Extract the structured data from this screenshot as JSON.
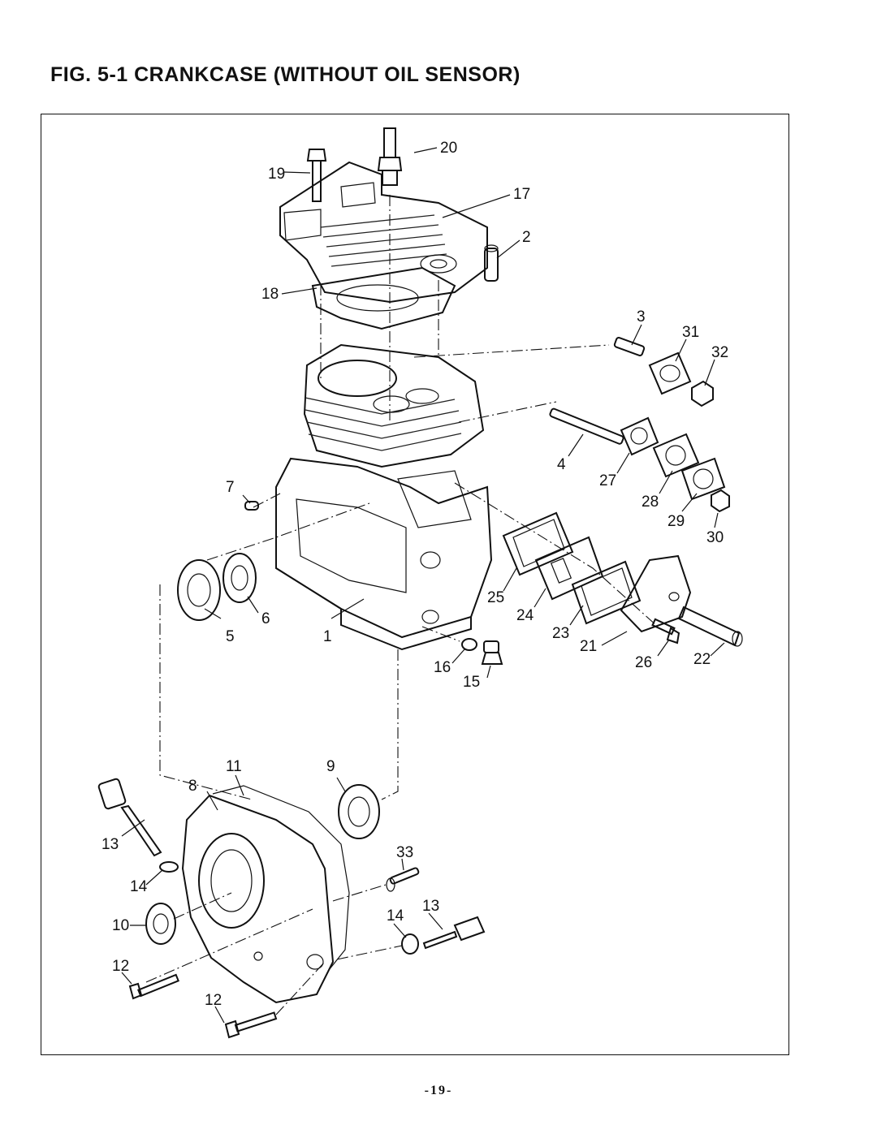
{
  "page": {
    "title": "FIG. 5-1 CRANKCASE (WITHOUT OIL SENSOR)",
    "page_number": "-19-"
  },
  "callouts": [
    {
      "id": "20",
      "label": "20"
    },
    {
      "id": "19",
      "label": "19"
    },
    {
      "id": "17",
      "label": "17"
    },
    {
      "id": "2",
      "label": "2"
    },
    {
      "id": "18",
      "label": "18"
    },
    {
      "id": "3",
      "label": "3"
    },
    {
      "id": "31",
      "label": "31"
    },
    {
      "id": "32",
      "label": "32"
    },
    {
      "id": "4",
      "label": "4"
    },
    {
      "id": "27",
      "label": "27"
    },
    {
      "id": "28",
      "label": "28"
    },
    {
      "id": "29",
      "label": "29"
    },
    {
      "id": "30",
      "label": "30"
    },
    {
      "id": "7",
      "label": "7"
    },
    {
      "id": "25",
      "label": "25"
    },
    {
      "id": "24",
      "label": "24"
    },
    {
      "id": "23",
      "label": "23"
    },
    {
      "id": "21",
      "label": "21"
    },
    {
      "id": "22",
      "label": "22"
    },
    {
      "id": "26",
      "label": "26"
    },
    {
      "id": "5",
      "label": "5"
    },
    {
      "id": "6",
      "label": "6"
    },
    {
      "id": "1",
      "label": "1"
    },
    {
      "id": "16",
      "label": "16"
    },
    {
      "id": "15",
      "label": "15"
    },
    {
      "id": "11",
      "label": "11"
    },
    {
      "id": "9",
      "label": "9"
    },
    {
      "id": "8",
      "label": "8"
    },
    {
      "id": "13a",
      "label": "13"
    },
    {
      "id": "33",
      "label": "33"
    },
    {
      "id": "14a",
      "label": "14"
    },
    {
      "id": "14b",
      "label": "14"
    },
    {
      "id": "13b",
      "label": "13"
    },
    {
      "id": "10",
      "label": "10"
    },
    {
      "id": "12a",
      "label": "12"
    },
    {
      "id": "12b",
      "label": "12"
    }
  ]
}
